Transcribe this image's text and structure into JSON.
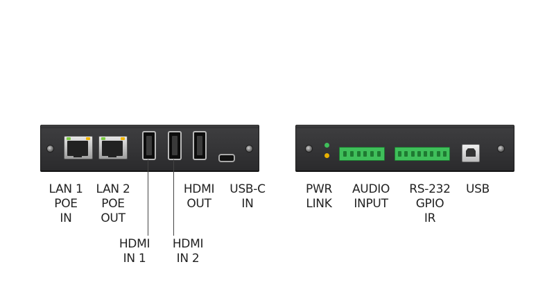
{
  "left_panel": {
    "ports": {
      "lan1": "LAN 1\nPOE\nIN",
      "lan2": "LAN 2\nPOE\nOUT",
      "hdmi_in1": "HDMI\nIN 1",
      "hdmi_in2": "HDMI\nIN 2",
      "hdmi_out": "HDMI\nOUT",
      "usbc_in": "USB-C\nIN"
    }
  },
  "right_panel": {
    "ports": {
      "pwr_link": "PWR\nLINK",
      "audio_input": "AUDIO\nINPUT",
      "rs232": "RS-232\nGPIO\nIR",
      "usb": "USB"
    },
    "led_colors": {
      "pwr": "#3fbf5a",
      "link": "#e8b000"
    }
  },
  "colors": {
    "panel": "#353537",
    "terminal": "#3fbf5a",
    "text": "#222222"
  }
}
